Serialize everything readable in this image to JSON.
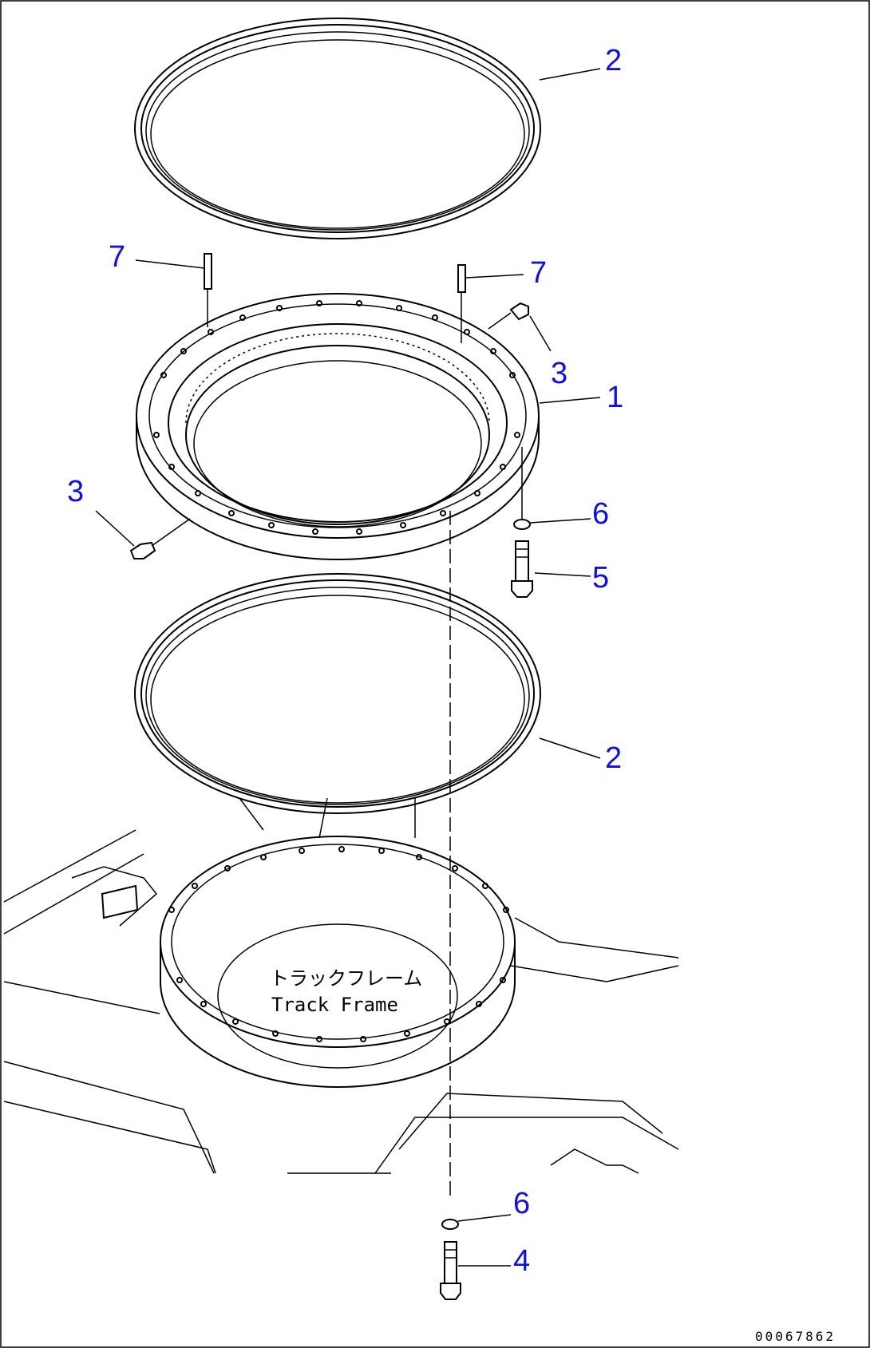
{
  "callouts": {
    "c2_top": "2",
    "c7_left": "7",
    "c7_right": "7",
    "c3_right": "3",
    "c1": "1",
    "c3_left": "3",
    "c6_upper": "6",
    "c5": "5",
    "c2_bottom": "2",
    "c6_lower": "6",
    "c4": "4"
  },
  "frame_label": {
    "jp": "トラックフレーム",
    "en": "Track Frame"
  },
  "drawing_code": "00067862",
  "colors": {
    "callout": "#1010d8",
    "line": "#000000"
  }
}
